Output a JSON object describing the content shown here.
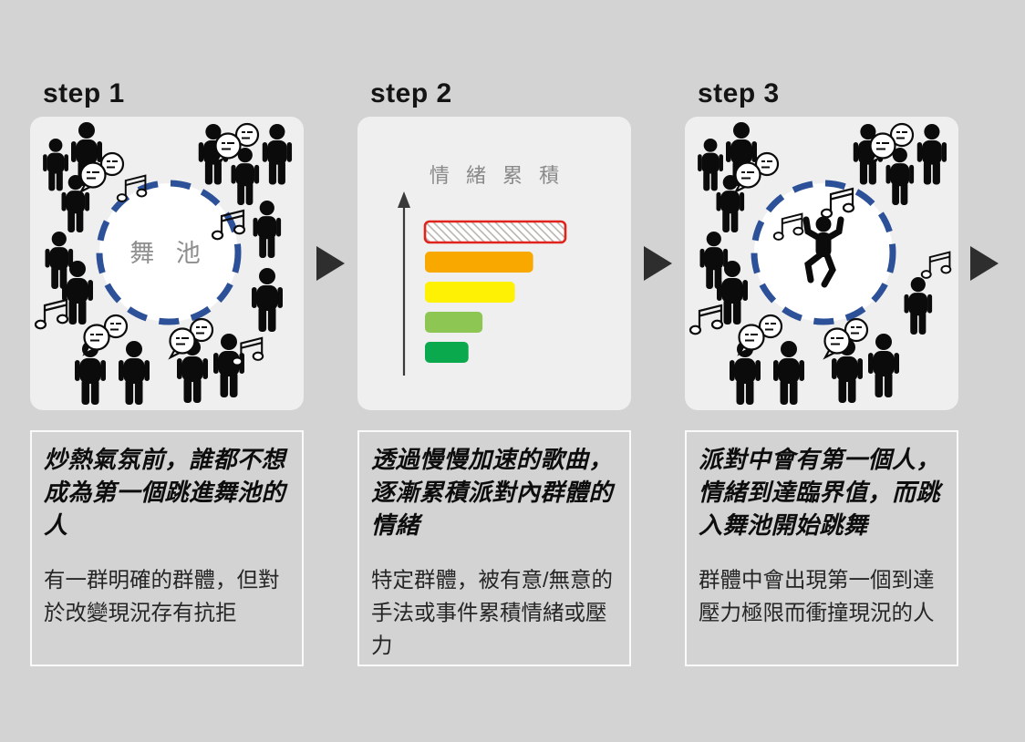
{
  "page": {
    "background_color": "#d3d3d3",
    "panel_color": "#efefef",
    "arrow_color": "#2e2e2e",
    "dance_floor_circle_color": "#2d5198",
    "muted_text_color": "#8e8e8e"
  },
  "steps": [
    {
      "label": "step 1",
      "illustration": "crowd-around-empty-dance-floor",
      "circle_label": "舞池",
      "circle_label_display": "舞 池",
      "headline": "炒熱氣氛前，誰都不想成為第一個跳進舞池的人",
      "description": "有一群明確的群體，但對於改變現況存有抗拒"
    },
    {
      "label": "step 2",
      "illustration": "emotion-accumulation-bar-chart",
      "headline": "透過慢慢加速的歌曲，逐漸累積派對內群體的情緒",
      "description": "特定群體，被有意/無意的手法或事件累積情緒或壓力"
    },
    {
      "label": "step 3",
      "illustration": "first-dancer-enters-dance-floor",
      "headline": "派對中會有第一個人，情緒到達臨界值，而跳入舞池開始跳舞",
      "description": "群體中會出現第一個到達壓力極限而衝撞現況的人"
    }
  ],
  "chart_data": {
    "type": "bar",
    "orientation": "horizontal",
    "title": "情緒累積",
    "title_display": "情 緒 累 積",
    "legend": "none",
    "axis": {
      "vertical_arrow": "up",
      "tick_labels": "none"
    },
    "bars_top_to_bottom": [
      {
        "name": "threshold",
        "value": 100,
        "style": "hatched-outline",
        "border_color": "#e0231c",
        "fill": "white-with-gray-hatch"
      },
      {
        "name": "level-4",
        "value": 77,
        "color": "#f9a800"
      },
      {
        "name": "level-3",
        "value": 64,
        "color": "#fff104"
      },
      {
        "name": "level-2",
        "value": 41,
        "color": "#8dc653"
      },
      {
        "name": "level-1",
        "value": 31,
        "color": "#0ba94e"
      }
    ],
    "value_scale": "percent of widest bar"
  },
  "icons": {
    "person": "standing-person-pictogram",
    "dancer": "dancing-person-pictogram",
    "note": "beamed-music-note-outline",
    "bubbles": "chat-speech-bubbles-outline",
    "arrow": "right-triangle-arrow"
  }
}
